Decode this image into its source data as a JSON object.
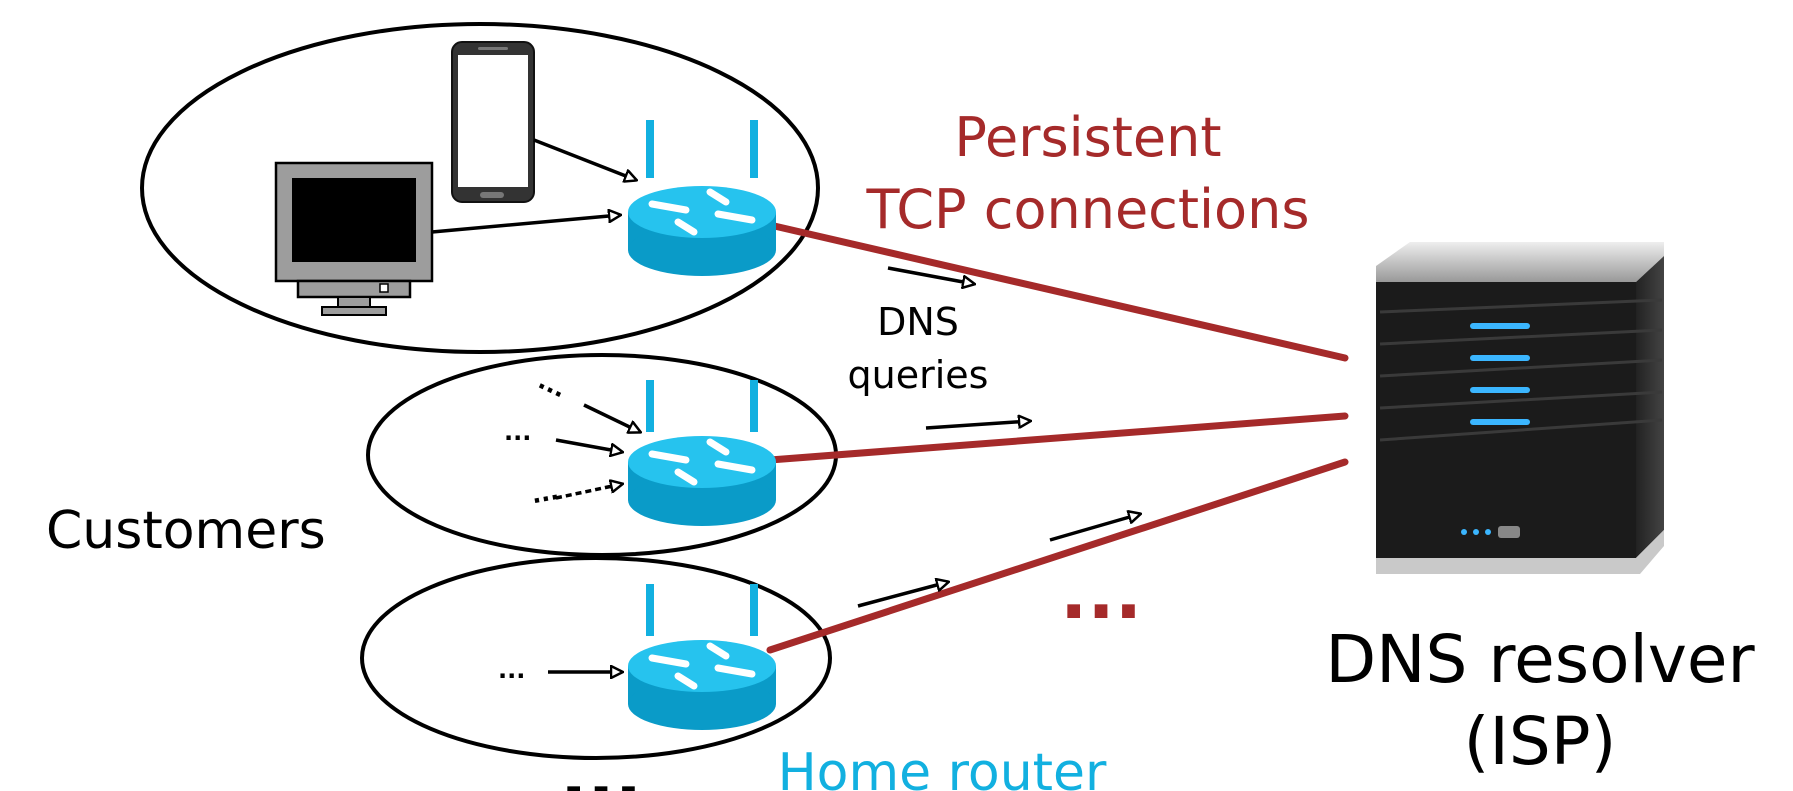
{
  "labels": {
    "persistent_line1": "Persistent",
    "persistent_line2": "TCP connections",
    "dns_queries_line1": "DNS",
    "dns_queries_line2": "queries",
    "customers": "Customers",
    "home_router": "Home router",
    "dns_resolver_line1": "DNS resolver",
    "dns_resolver_line2": "(ISP)",
    "ellipsis_red": "...",
    "ellipsis_black_bottom": "...",
    "small_dots_a": "...",
    "small_dots_b": "...",
    "small_dots_c": "...",
    "small_dots_d": "..."
  },
  "colors": {
    "connection_red": "#a52a2a",
    "router_blue": "#12b0e0",
    "outline_black": "#000000"
  },
  "icons": [
    "router-icon",
    "smartphone-icon",
    "monitor-icon",
    "server-icon"
  ]
}
